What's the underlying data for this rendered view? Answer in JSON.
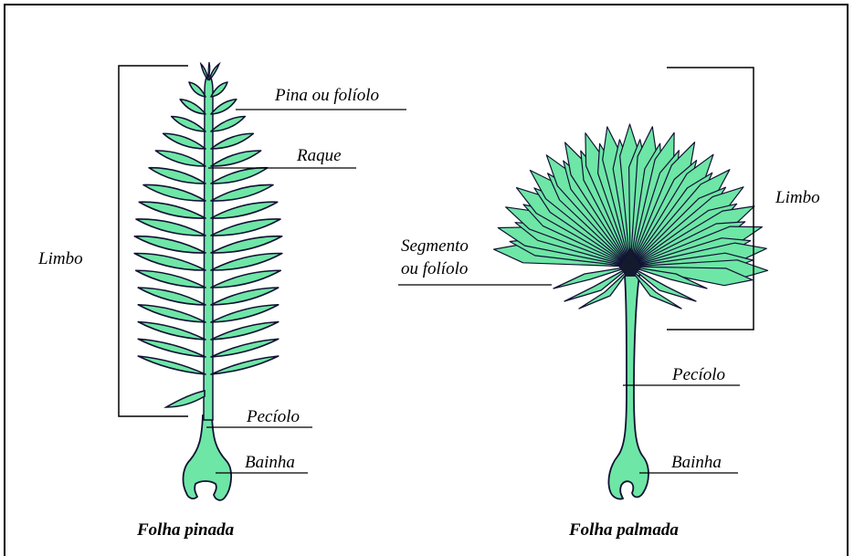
{
  "pinnate": {
    "labels": {
      "pina": "Pina ou folíolo",
      "raque": "Raque",
      "limbo": "Limbo",
      "peciolo": "Pecíolo",
      "bainha": "Bainha"
    },
    "caption": "Folha pinada"
  },
  "palmate": {
    "labels": {
      "limbo": "Limbo",
      "segmento_line1": "Segmento",
      "segmento_line2": "ou folíolo",
      "peciolo": "Pecíolo",
      "bainha": "Bainha"
    },
    "caption": "Folha palmada"
  },
  "colors": {
    "leaf_fill": "#6ee6a6",
    "outline": "#111133",
    "line": "#000000"
  }
}
